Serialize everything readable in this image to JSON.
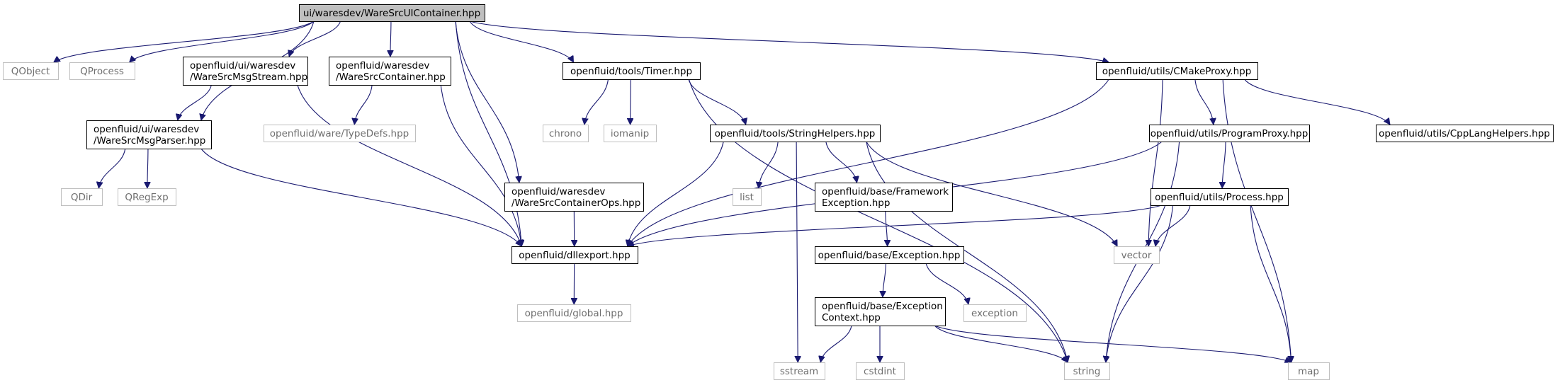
{
  "graph": {
    "nodes": {
      "root": {
        "lines": [
          "ui/waresdev/WareSrcUIContainer.hpp"
        ],
        "kind": "root"
      },
      "qobject": {
        "lines": [
          "QObject"
        ],
        "kind": "ext"
      },
      "qprocess": {
        "lines": [
          "QProcess"
        ],
        "kind": "ext"
      },
      "msgstream": {
        "lines": [
          "openfluid/ui/waresdev",
          "/WareSrcMsgStream.hpp"
        ],
        "kind": "local"
      },
      "container": {
        "lines": [
          "openfluid/waresdev",
          "/WareSrcContainer.hpp"
        ],
        "kind": "local"
      },
      "timer": {
        "lines": [
          "openfluid/tools/Timer.hpp"
        ],
        "kind": "local"
      },
      "cmakeproxy": {
        "lines": [
          "openfluid/utils/CMakeProxy.hpp"
        ],
        "kind": "local"
      },
      "msgparser": {
        "lines": [
          "openfluid/ui/waresdev",
          "/WareSrcMsgParser.hpp"
        ],
        "kind": "local"
      },
      "typedefs": {
        "lines": [
          "openfluid/ware/TypeDefs.hpp"
        ],
        "kind": "ext"
      },
      "chrono": {
        "lines": [
          "chrono"
        ],
        "kind": "ext"
      },
      "iomanip": {
        "lines": [
          "iomanip"
        ],
        "kind": "ext"
      },
      "stringhelp": {
        "lines": [
          "openfluid/tools/StringHelpers.hpp"
        ],
        "kind": "local"
      },
      "progproxy": {
        "lines": [
          "openfluid/utils/ProgramProxy.hpp"
        ],
        "kind": "local"
      },
      "cpplang": {
        "lines": [
          "openfluid/utils/CppLangHelpers.hpp"
        ],
        "kind": "local"
      },
      "qdir": {
        "lines": [
          "QDir"
        ],
        "kind": "ext"
      },
      "qregexp": {
        "lines": [
          "QRegExp"
        ],
        "kind": "ext"
      },
      "containerops": {
        "lines": [
          "openfluid/waresdev",
          "/WareSrcContainerOps.hpp"
        ],
        "kind": "local"
      },
      "list": {
        "lines": [
          "list"
        ],
        "kind": "ext"
      },
      "fwexception": {
        "lines": [
          "openfluid/base/Framework",
          "Exception.hpp"
        ],
        "kind": "local"
      },
      "process": {
        "lines": [
          "openfluid/utils/Process.hpp"
        ],
        "kind": "local"
      },
      "dllexport": {
        "lines": [
          "openfluid/dllexport.hpp"
        ],
        "kind": "local"
      },
      "vector": {
        "lines": [
          "vector"
        ],
        "kind": "ext"
      },
      "exception": {
        "lines": [
          "openfluid/base/Exception.hpp"
        ],
        "kind": "local"
      },
      "global": {
        "lines": [
          "openfluid/global.hpp"
        ],
        "kind": "ext"
      },
      "exceptionstd": {
        "lines": [
          "exception"
        ],
        "kind": "ext"
      },
      "exccontext": {
        "lines": [
          "openfluid/base/Exception",
          "Context.hpp"
        ],
        "kind": "local"
      },
      "sstream": {
        "lines": [
          "sstream"
        ],
        "kind": "ext"
      },
      "cstdint": {
        "lines": [
          "cstdint"
        ],
        "kind": "ext"
      },
      "string": {
        "lines": [
          "string"
        ],
        "kind": "ext"
      },
      "map": {
        "lines": [
          "map"
        ],
        "kind": "ext"
      }
    },
    "edges": [
      [
        "root",
        "qobject"
      ],
      [
        "root",
        "qprocess"
      ],
      [
        "root",
        "msgstream"
      ],
      [
        "root",
        "container"
      ],
      [
        "root",
        "timer"
      ],
      [
        "root",
        "cmakeproxy"
      ],
      [
        "root",
        "msgparser"
      ],
      [
        "root",
        "containerops"
      ],
      [
        "root",
        "dllexport"
      ],
      [
        "msgstream",
        "msgparser"
      ],
      [
        "msgstream",
        "dllexport"
      ],
      [
        "container",
        "typedefs"
      ],
      [
        "container",
        "dllexport"
      ],
      [
        "timer",
        "chrono"
      ],
      [
        "timer",
        "iomanip"
      ],
      [
        "timer",
        "stringhelp"
      ],
      [
        "timer",
        "string"
      ],
      [
        "cmakeproxy",
        "dllexport"
      ],
      [
        "cmakeproxy",
        "progproxy"
      ],
      [
        "cmakeproxy",
        "cpplang"
      ],
      [
        "cmakeproxy",
        "vector"
      ],
      [
        "cmakeproxy",
        "map"
      ],
      [
        "msgparser",
        "qdir"
      ],
      [
        "msgparser",
        "qregexp"
      ],
      [
        "msgparser",
        "dllexport"
      ],
      [
        "stringhelp",
        "list"
      ],
      [
        "stringhelp",
        "fwexception"
      ],
      [
        "stringhelp",
        "dllexport"
      ],
      [
        "stringhelp",
        "vector"
      ],
      [
        "stringhelp",
        "sstream"
      ],
      [
        "stringhelp",
        "string"
      ],
      [
        "progproxy",
        "process"
      ],
      [
        "progproxy",
        "dllexport"
      ],
      [
        "progproxy",
        "string"
      ],
      [
        "containerops",
        "dllexport"
      ],
      [
        "fwexception",
        "exception"
      ],
      [
        "process",
        "dllexport"
      ],
      [
        "process",
        "vector"
      ],
      [
        "process",
        "string"
      ],
      [
        "process",
        "map"
      ],
      [
        "dllexport",
        "global"
      ],
      [
        "exception",
        "exceptionstd"
      ],
      [
        "exception",
        "exccontext"
      ],
      [
        "exccontext",
        "sstream"
      ],
      [
        "exccontext",
        "cstdint"
      ],
      [
        "exccontext",
        "string"
      ],
      [
        "exccontext",
        "map"
      ]
    ]
  }
}
